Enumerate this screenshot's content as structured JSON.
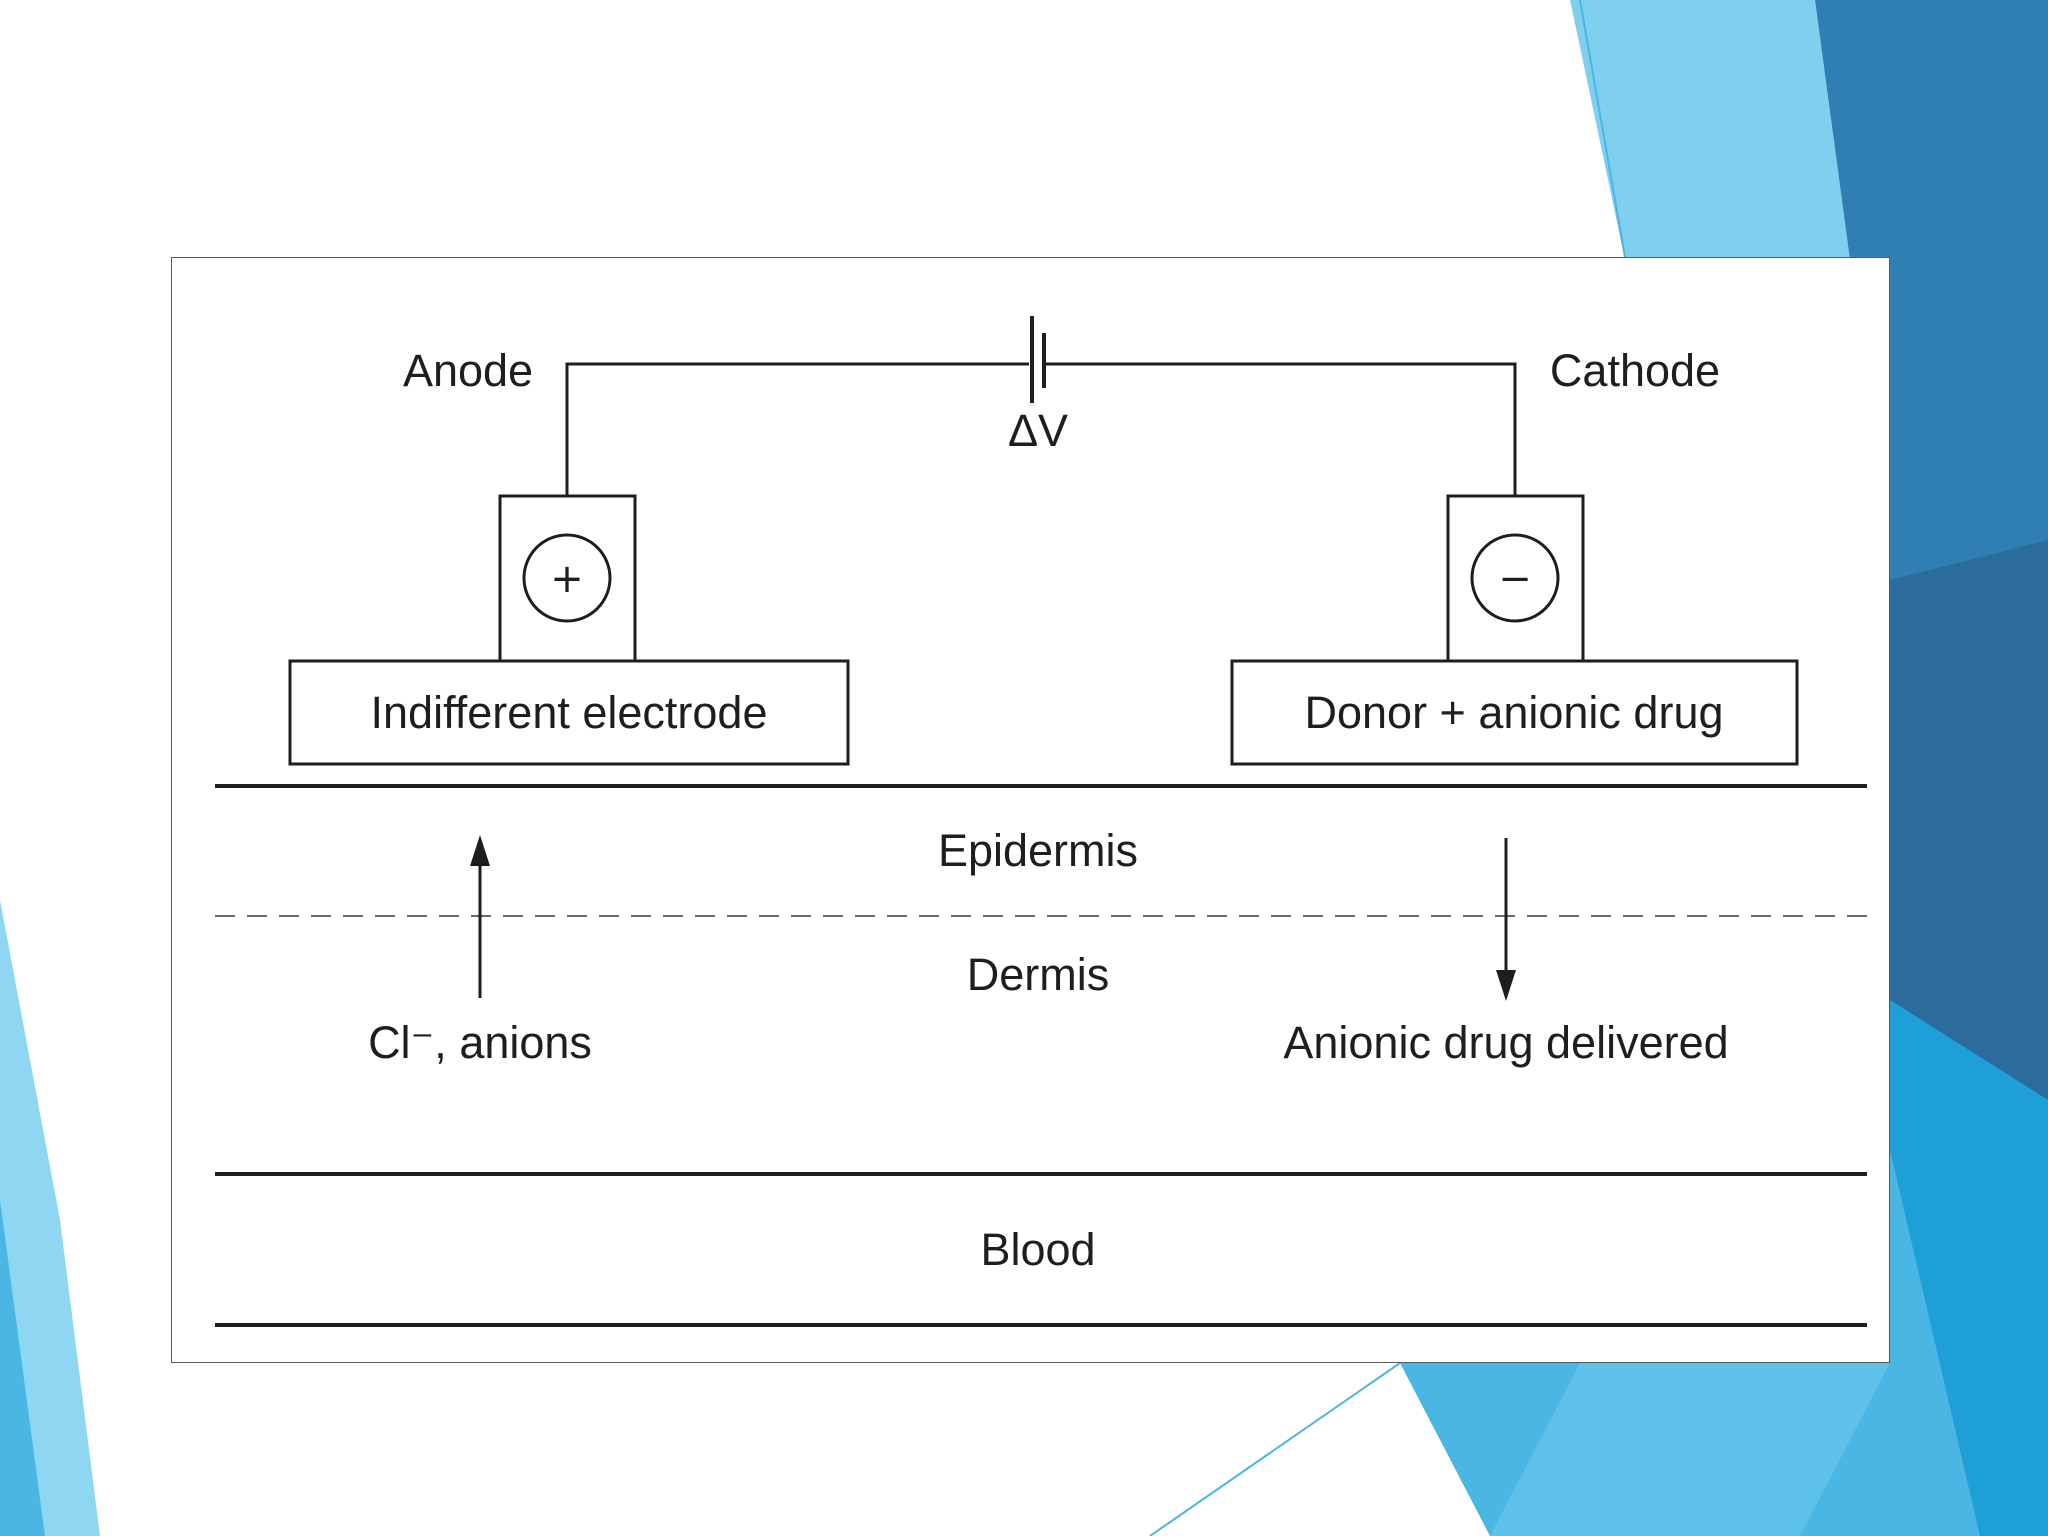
{
  "slide": {
    "theme_colors": [
      "#7fcfef",
      "#4ab6e3",
      "#2f7fb5",
      "#2b6c9c",
      "#1f9fd8",
      "#8fd6f2"
    ]
  },
  "diagram": {
    "anode_label": "Anode",
    "cathode_label": "Cathode",
    "voltage_label": "ΔV",
    "anode_sign": "+",
    "cathode_sign": "−",
    "left_electrode_label": "Indifferent electrode",
    "right_electrode_label": "Donor + anionic drug",
    "epidermis_label": "Epidermis",
    "dermis_label": "Dermis",
    "left_flow_label": "Cl⁻, anions",
    "right_flow_label": "Anionic drug delivered",
    "blood_label": "Blood"
  }
}
